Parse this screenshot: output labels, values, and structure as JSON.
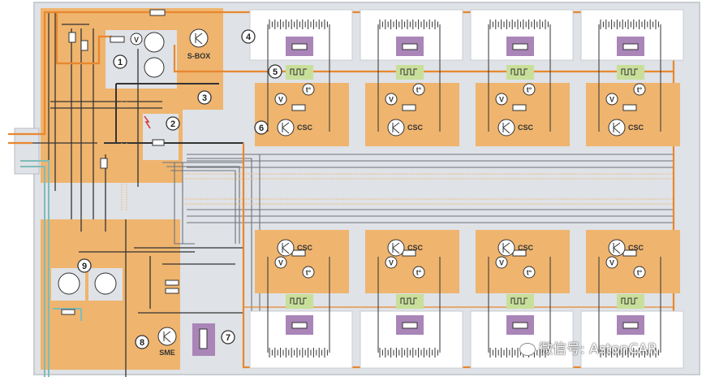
{
  "diagram": {
    "title": "High-voltage battery system schematic",
    "colors": {
      "background": "#dfe2e6",
      "frame": "#c9ccd1",
      "orange_zone": "#efb46e",
      "orange_wire": "#e8872f",
      "dark_wire": "#333333",
      "gray_wire": "#6d737a",
      "teal_wire": "#7fbcb8",
      "purple_sensor": "#a985b8",
      "green_sensor": "#c8df9a",
      "module_white": "#ffffff",
      "callout_bg": "#ffffff"
    },
    "components": {
      "s_box_label": "S-BOX",
      "csc_label": "CSC",
      "sme_label": "SME",
      "voltage_symbol": "V",
      "temperature_symbol": "t°"
    },
    "callouts": [
      "1",
      "2",
      "3",
      "4",
      "5",
      "6",
      "7",
      "8",
      "9"
    ],
    "modules_top": [
      {
        "csc": "CSC"
      },
      {
        "csc": "CSC"
      },
      {
        "csc": "CSC"
      },
      {
        "csc": "CSC"
      }
    ],
    "modules_bottom": [
      {
        "csc": "CSC"
      },
      {
        "csc": "CSC"
      },
      {
        "csc": "CSC"
      },
      {
        "csc": "CSC"
      }
    ]
  },
  "watermark": {
    "text": "微信号: AstonCAR"
  }
}
